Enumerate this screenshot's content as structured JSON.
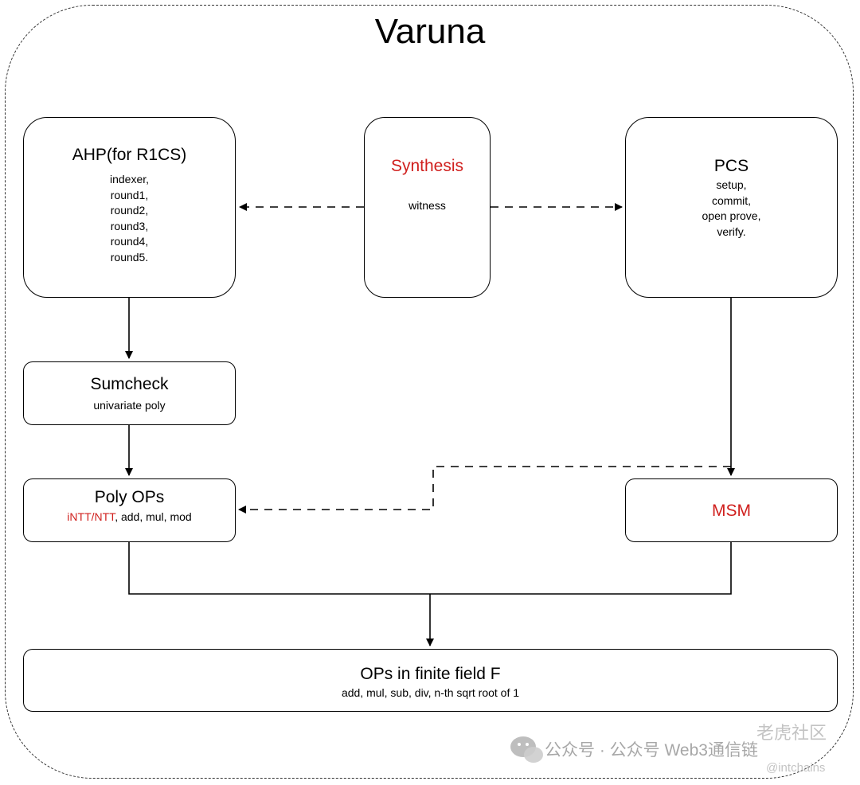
{
  "title": "Varuna",
  "nodes": {
    "ahp": {
      "title": "AHP(for R1CS)",
      "items": [
        "indexer,",
        "round1,",
        "round2,",
        "round3,",
        "round4,",
        "round5."
      ]
    },
    "synthesis": {
      "title": "Synthesis",
      "subtitle": "witness"
    },
    "pcs": {
      "title": "PCS",
      "items": [
        "setup,",
        "commit,",
        "open prove,",
        "verify."
      ]
    },
    "sumcheck": {
      "title": "Sumcheck",
      "subtitle": "univariate poly"
    },
    "poly_ops": {
      "title": "Poly OPs",
      "subtitle_highlight": "iNTT/NTT",
      "subtitle_rest": ", add, mul, mod"
    },
    "msm": {
      "title": "MSM"
    },
    "finite_field": {
      "title": "OPs in finite field F",
      "subtitle": "add, mul, sub, div, n-th sqrt root of 1"
    }
  },
  "colors": {
    "highlight": "#d0201e",
    "line": "#000000"
  },
  "watermark": {
    "left": "公众号 · 公众号 Web3通信链",
    "right_top": "老虎社区",
    "right_bottom": "@intchains"
  }
}
